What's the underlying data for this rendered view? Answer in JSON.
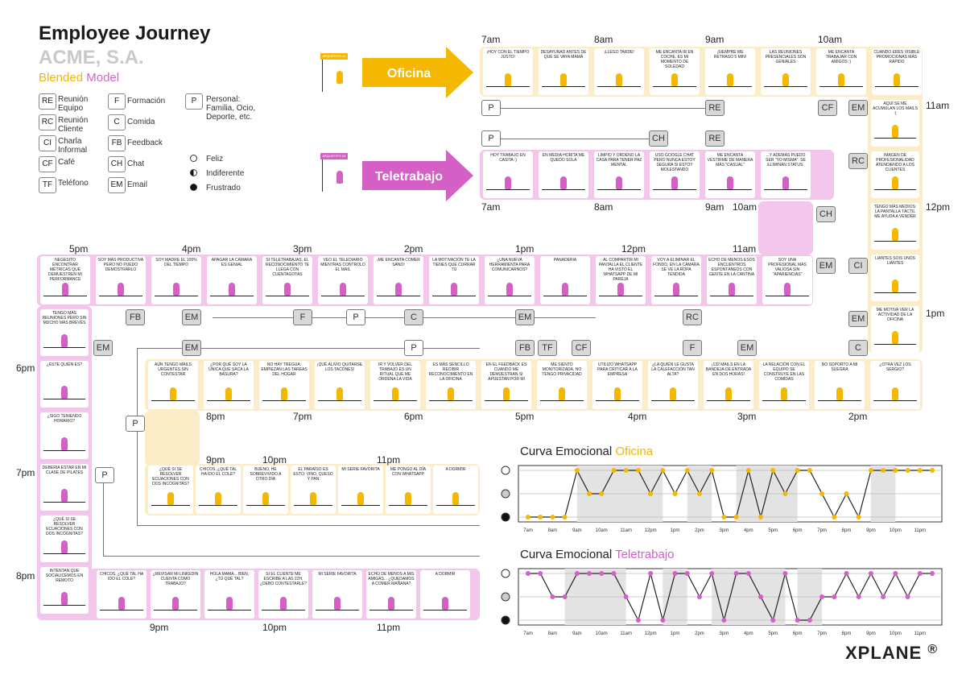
{
  "header": {
    "title": "Employee Journey",
    "company": "ACME, S.A.",
    "model_part1": "Blended",
    "model_part2": "Model"
  },
  "legend": {
    "codes_col1": [
      {
        "code": "RE",
        "label": "Reunión Equipo"
      },
      {
        "code": "RC",
        "label": "Reunión Cliente"
      },
      {
        "code": "CI",
        "label": "Charla Informal"
      },
      {
        "code": "CF",
        "label": "Café"
      },
      {
        "code": "TF",
        "label": "Teléfono"
      }
    ],
    "codes_col2": [
      {
        "code": "F",
        "label": "Formación"
      },
      {
        "code": "C",
        "label": "Comida"
      },
      {
        "code": "FB",
        "label": "Feedback"
      },
      {
        "code": "CH",
        "label": "Chat"
      },
      {
        "code": "EM",
        "label": "Email"
      }
    ],
    "personal": {
      "code": "P",
      "label": "Personal: Familia, Ocio, Deporte, etc."
    },
    "moods": [
      {
        "type": "h",
        "label": "Feliz"
      },
      {
        "type": "i",
        "label": "Indiferente"
      },
      {
        "type": "d",
        "label": "Frustrado"
      }
    ]
  },
  "arrows": {
    "office": {
      "label": "Oficina",
      "color": "#f5b800",
      "sign": "ARQUETIPO #1"
    },
    "remote": {
      "label": "Teletrabajo",
      "color": "#d460c5",
      "sign": "ARQUETIPO #1"
    }
  },
  "times": [
    {
      "t": "7am"
    },
    {
      "t": "8am"
    },
    {
      "t": "9am"
    },
    {
      "t": "10am"
    },
    {
      "t": "11am"
    },
    {
      "t": "7am"
    },
    {
      "t": "8am"
    },
    {
      "t": "9am"
    },
    {
      "t": "10am"
    },
    {
      "t": "12pm"
    },
    {
      "t": "5pm"
    },
    {
      "t": "4pm"
    },
    {
      "t": "3pm"
    },
    {
      "t": "2pm"
    },
    {
      "t": "1pm"
    },
    {
      "t": "12pm"
    },
    {
      "t": "11am"
    },
    {
      "t": "1pm"
    },
    {
      "t": "6pm"
    },
    {
      "t": "8pm"
    },
    {
      "t": "7pm"
    },
    {
      "t": "6pm"
    },
    {
      "t": "5pm"
    },
    {
      "t": "4pm"
    },
    {
      "t": "3pm"
    },
    {
      "t": "2pm"
    },
    {
      "t": "7pm"
    },
    {
      "t": "9pm"
    },
    {
      "t": "10pm"
    },
    {
      "t": "11pm"
    },
    {
      "t": "8pm"
    },
    {
      "t": "9pm"
    },
    {
      "t": "10pm"
    },
    {
      "t": "11pm"
    }
  ],
  "tags": [
    {
      "c": "RE"
    },
    {
      "c": "CF"
    },
    {
      "c": "EM"
    },
    {
      "c": "CH"
    },
    {
      "c": "RE"
    },
    {
      "c": "RC"
    },
    {
      "c": "CH"
    },
    {
      "c": "EM"
    },
    {
      "c": "CI"
    },
    {
      "c": "EM"
    },
    {
      "c": "C"
    },
    {
      "c": "RC"
    },
    {
      "c": "EM"
    },
    {
      "c": "C"
    },
    {
      "c": "F"
    },
    {
      "c": "FB"
    },
    {
      "c": "EM"
    },
    {
      "c": "EM"
    },
    {
      "c": "EM"
    },
    {
      "c": "FB"
    },
    {
      "c": "TF"
    },
    {
      "c": "CF"
    },
    {
      "c": "F"
    },
    {
      "c": "EM"
    }
  ],
  "ptags": [
    {
      "c": "P"
    },
    {
      "c": "P"
    },
    {
      "c": "P"
    },
    {
      "c": "P"
    },
    {
      "c": "P"
    },
    {
      "c": "P"
    }
  ],
  "cells": {
    "office_top": [
      "¡HOY CON EL TIEMPO JUSTO!",
      "DESAYUNAD ANTES DE QUE SE VAYA MAMÁ",
      "¡LLEGO TARDE!",
      "ME ENCANTA IR EN COCHE. ES MI MOMENTO DE SOLEDAD",
      "¡SIEMPRE ME RETRASO 5 MIN!",
      "LAS REUNIONES PRESENCIALES SON GENIALES",
      "ME ENCANTA TRABAJAR CON AMIGOS :)",
      "CUANDO ERES VISIBLE PROMOCIONAS MÁS RÁPIDO"
    ],
    "remote_top": [
      "HOY TRABAJO EN CASITA :)",
      "EN MEDIA HORITA ME QUEDO SOLA",
      "LIMPIO Y ORDENO LA CASA PARA TENER PAZ MENTAL",
      "USO GOOGLE CHAT PERO NUNCA ESTOY SEGURA SI ESTOY MOLESTANDO",
      "ME ENCANTA VESTIRME DE MANERA MÁS \"CASUAL\"",
      "...Y ADEMÁS PUEDO SER \"YO MISMA\". SE ELIMINAN STATUS."
    ],
    "right_col": [
      "AQUÍ SE ME ACUMULAN LOS MAILS :(",
      "IMAGEN DE PROFESIONALIDAD ATENDIENDO A LOS CLIENTES",
      "TENGO MÁS MEDIOS: LA PANTALLA TÁCTIL ME AYUDA A VENDER",
      "LIANTES SOIS UNOS LIANTES",
      "ME MOTIVA VER LA ACTIVIDAD DE LA OFICINA"
    ],
    "remote_mid": [
      "NEGESITO ENCONTRAR MÉTRICAS QUE DEMUESTREN MI PERFORMANCE",
      "SOY MÁS PRODUCTIVA PERO NO PUEDO DEMOSTRARLO",
      "SOY MADRE EL 100% DEL TIEMPO",
      "APAGAR LA CÁMARA ES GENIAL",
      "SI TELETRABAJAS, EL RECONOCIMIENTO TE LLEGA CON CUENTAGOTAS",
      "VEO EL TELEDIARIO MIENTRAS CONTROLO EL MAIL",
      "¡ME ENCANTA COMER SANO!",
      "LA MOTIVACIÓN TE LA TIENES QUE CURRAR TÚ",
      "¿UNA NUEVA HERRAMIENTA PARA COMUNICARNOS?",
      "PANADERIA",
      "AL COMPARTIR MI PANTALLA EL CLIENTE HA VISTO EL WHATSAPP DE MI PAREJA",
      "VOY A ELIMINAR EL FONDO, EN LA CÁMARA SE VE LA ROPA TENDIDA",
      "ECHO DE MENOS ESOS ENCUENTROS ESPONTÁNEOS CON GENTE EN LA CANTINA",
      "SOY UNA PROFESIONAL MÁS VALIOSA SIN \"APARIENCIAS\""
    ],
    "office_mid": [
      "AÚN TENGO MAILS URGENTES SIN CONTESTAR",
      "¿POR QUÉ SOY LA ÚNICA QUE SACA LA BASURA?",
      "NO HAY TREGUA: EMPIEZAN LAS TAREAS DEL HOGAR",
      "¡QUÉ ALIVIO QUITARSE LOS TACONES!",
      "IR Y VOLVER DEL TRABAJO ES UN RITUAL QUE ME ORDENA LA VIDA",
      "ES MÁS SENCILLO RECIBIR RECONOCIMIENTO EN LA OFICINA",
      "EN EL FEEDBACK ES CUANDO ME DEMUESTRAN SI APUESTAN POR MÍ",
      "ME SIENTO MONITORIZADA, NO TENGO PRIVACIDAD",
      "UTILIZO WHATSAPP PARA CRITICAR A LA EMPRESA",
      "¿LA QUIÉN LE GUSTA LA CALEFACCIÓN TAN ALTA?",
      "¡132 MAILS EN LA BANDEJA DE ENTRADA EN DOS HORAS!",
      "LA RELACIÓN CON EL EQUIPO SE CONSTRUYE EN LAS COMIDAS",
      "NO SOPORTO A MI SUEGRA",
      "¿OTRA VEZ LOS SERGIO?"
    ],
    "remote_left": [
      "TENGO MÁS REUNIONES PERO SIN MUCHO MÁS BREVES",
      "¿ESTE QUIÉN ES?",
      "¿SIGO TENIENDO HORARIO?",
      "DEBERÍA ESTAR EN MI CLASE DE PILATES",
      "¿QUÉ SI SE RESOLVER ECUACIONES CON DOS INCÓGNITAS?",
      "INTENTAN QUE SOCIALICEMOS EN REMOTO"
    ],
    "office_eve": [
      "¿QUÉ SI SE RESOLVER ECUACIONES CON DOS INCÓGNITAS?",
      "CHICOS, ¿QUÉ TAL HA IDO EL COLE?",
      "BUENO, HE SOBREVIVIDO A OTRO DÍA",
      "EL PARAÍSO ES ESTO: VINO, QUESO Y PAN",
      "MI SERIE FAVORITA",
      "ME PONGO AL DÍA CON WHATSAPP",
      "A DORMIR"
    ],
    "remote_eve": [
      "CHICOS, ¿QUÉ TAL HA IDO EL COLE?",
      "¿REVISAR MI LINKEDIN CUENTA COMO TRABAJO?",
      "HOLA MAMÁ... BIEN, ¿TÚ QUÉ TAL?",
      "SI EL CLIENTE ME ESCRIBE A LAS 22H, ¿DEBO CONTESTARLE?",
      "MI SERIE FAVORITA",
      "ECHO DE MENOS A MIS AMIGAS... ¿QUEDAMOS A COMER MAÑANA?",
      "A DORMIR"
    ]
  },
  "charts": {
    "office": {
      "title1": "Curva Emocional",
      "title2": "Oficina",
      "color": "#f5b800"
    },
    "remote": {
      "title1": "Curva Emocional",
      "title2": "Teletrabajo",
      "color": "#d460c5"
    }
  },
  "chart_data": [
    {
      "type": "line",
      "title": "Curva Emocional Oficina",
      "x": [
        "7am",
        "",
        "8am",
        "",
        "9am",
        "",
        "10am",
        "",
        "11am",
        "",
        "12pm",
        "",
        "1pm",
        "",
        "2pm",
        "",
        "3pm",
        "",
        "4pm",
        "",
        "5pm",
        "",
        "6pm",
        "",
        "7pm",
        "",
        "8pm",
        "",
        "9pm",
        "",
        "10pm",
        "",
        "11pm",
        ""
      ],
      "y_levels": [
        "Frustrado",
        "Indiferente",
        "Feliz"
      ],
      "values": [
        0,
        0,
        0,
        0,
        2,
        1,
        1,
        2,
        2,
        2,
        1,
        2,
        1,
        2,
        1,
        2,
        0,
        0,
        2,
        0,
        2,
        1,
        2,
        2,
        1,
        0,
        1,
        0,
        2,
        2,
        2,
        2,
        2,
        2
      ],
      "shaded": [
        [
          4,
          11
        ],
        [
          13,
          15
        ],
        [
          17,
          22
        ],
        [
          28,
          30
        ]
      ]
    },
    {
      "type": "line",
      "title": "Curva Emocional Teletrabajo",
      "x": [
        "7am",
        "",
        "8am",
        "",
        "9am",
        "",
        "10am",
        "",
        "11am",
        "",
        "12pm",
        "",
        "1pm",
        "",
        "2pm",
        "",
        "3pm",
        "",
        "4pm",
        "",
        "5pm",
        "",
        "6pm",
        "",
        "7pm",
        "",
        "8pm",
        "",
        "9pm",
        "",
        "10pm",
        "",
        "11pm",
        ""
      ],
      "y_levels": [
        "Frustrado",
        "Indiferente",
        "Feliz"
      ],
      "values": [
        2,
        2,
        1,
        1,
        2,
        2,
        2,
        2,
        1,
        0,
        2,
        0,
        2,
        2,
        1,
        2,
        0,
        2,
        2,
        1,
        0,
        2,
        0,
        0,
        1,
        1,
        2,
        1,
        2,
        1,
        2,
        1,
        2,
        2
      ],
      "shaded": [
        [
          3,
          8
        ],
        [
          11,
          13
        ],
        [
          15,
          21
        ],
        [
          22,
          24
        ]
      ]
    }
  ],
  "chart_axis_labels": [
    "7am",
    "8am",
    "9am",
    "10am",
    "11am",
    "12pm",
    "1pm",
    "2pm",
    "3pm",
    "4pm",
    "5pm",
    "6pm",
    "7pm",
    "8pm",
    "9pm",
    "10pm",
    "11pm"
  ],
  "footer": {
    "brand": "XPLANE",
    "mark": "®"
  }
}
